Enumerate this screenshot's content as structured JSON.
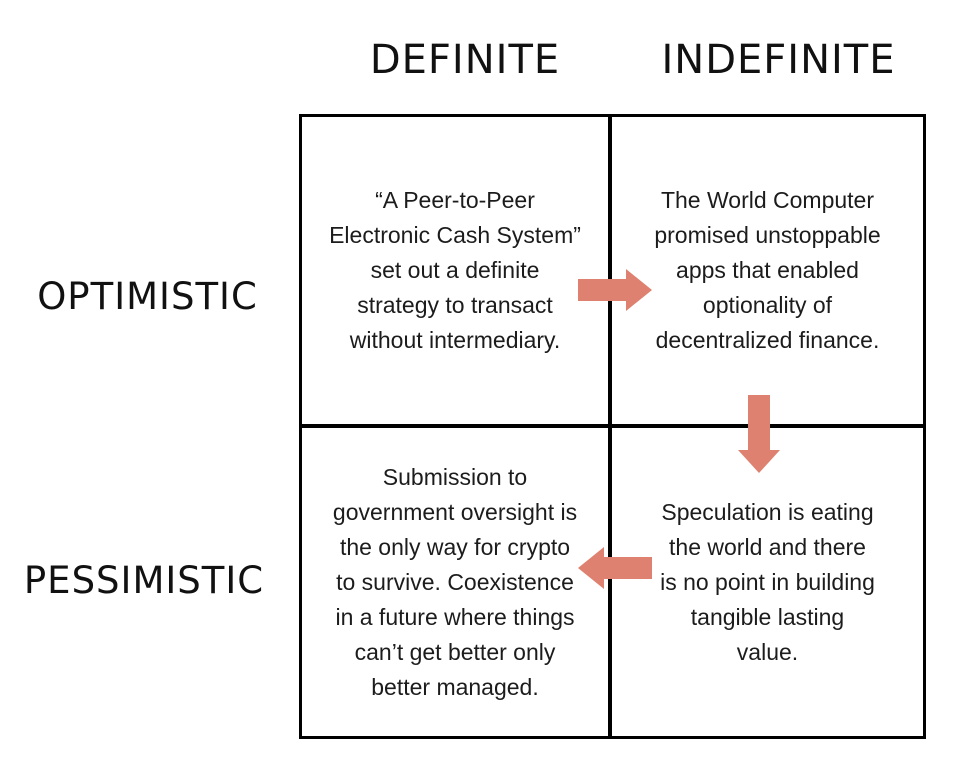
{
  "matrix": {
    "col_headers": [
      {
        "label": "DEFINITE"
      },
      {
        "label": "INDEFINITE"
      }
    ],
    "row_headers": [
      {
        "label": "OPTIMISTIC"
      },
      {
        "label": "PESSIMISTIC"
      }
    ],
    "quadrants": {
      "definite_optimistic": {
        "text": "“A Peer-to-Peer\nElectronic Cash System”\nset out a definite\nstrategy to transact\nwithout intermediary."
      },
      "indefinite_optimistic": {
        "text": "The World Computer\npromised unstoppable\napps that enabled\noptionality of\ndecentralized finance."
      },
      "definite_pessimistic": {
        "text": "Submission to\ngovernment oversight is\nthe only way for crypto\nto survive. Coexistence\nin a future where things\ncan’t get better only\nbetter managed."
      },
      "indefinite_pessimistic": {
        "text": "Speculation is eating\nthe world and there\nis no point in building\ntangible lasting\nvalue."
      }
    },
    "arrows": [
      {
        "name": "top-left-to-top-right",
        "direction": "right"
      },
      {
        "name": "top-right-to-bottom-right",
        "direction": "down"
      },
      {
        "name": "bottom-right-to-bottom-left",
        "direction": "left"
      }
    ],
    "colors": {
      "arrow": "#DE8170",
      "border": "#000000",
      "text": "#1c1c1c",
      "background": "#ffffff"
    }
  }
}
